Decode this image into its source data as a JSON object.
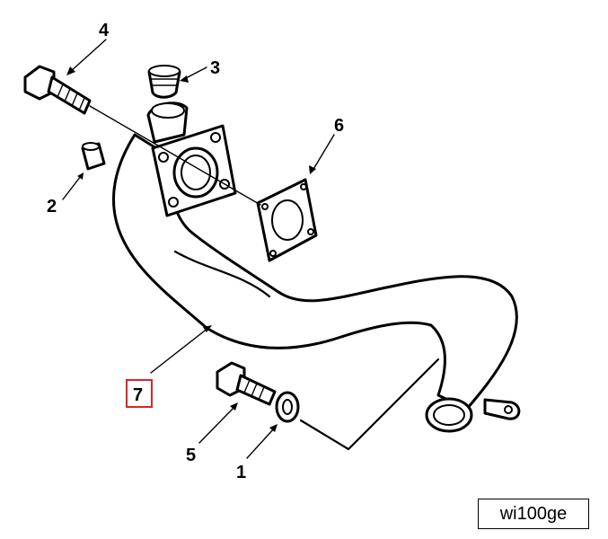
{
  "callouts": {
    "c1": "1",
    "c2": "2",
    "c3": "3",
    "c4": "4",
    "c5": "5",
    "c6": "6",
    "c7": "7"
  },
  "figure_code": "wi100ge",
  "colors": {
    "highlight": "#d9262a",
    "ink": "#000000",
    "background": "#ffffff"
  }
}
